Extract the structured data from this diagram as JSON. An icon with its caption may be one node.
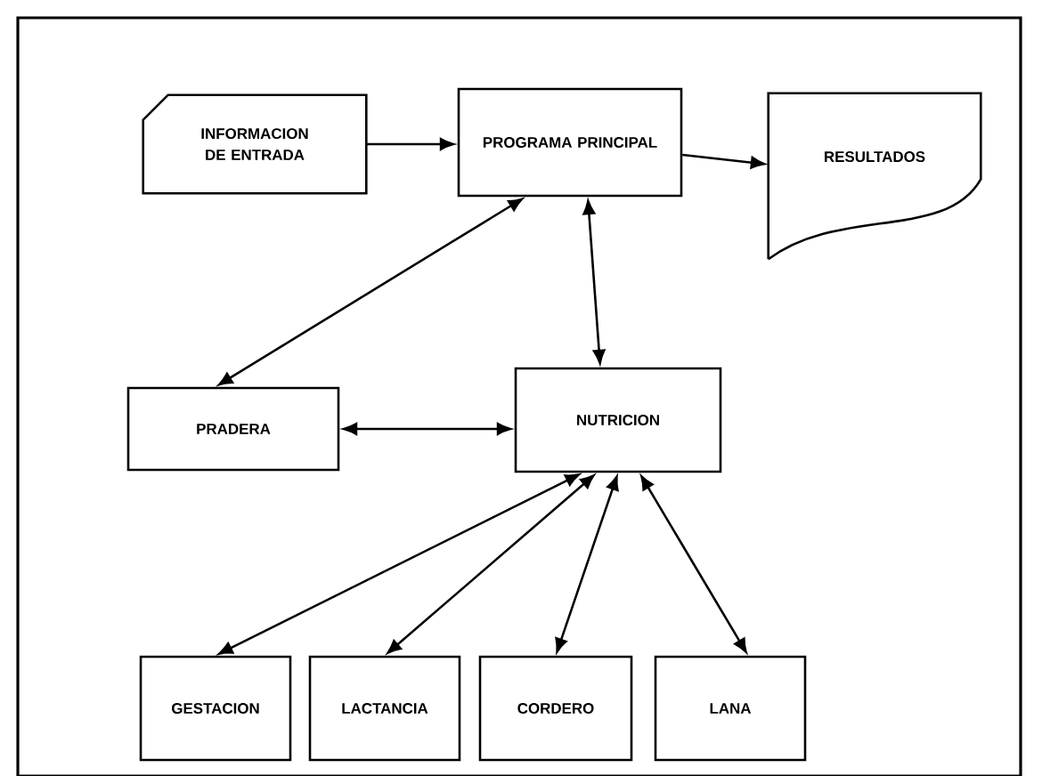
{
  "diagram": {
    "nodes": [
      {
        "text": [
          "INFORMACION DE ENTRADA"
        ]
      },
      {
        "text": [
          "PROGRAMA PRINCIPAL"
        ]
      },
      {
        "text": [
          "RESULTADOS"
        ]
      },
      {
        "text": [
          "PRADERA"
        ]
      },
      {
        "text": [
          "NUTRICION"
        ]
      },
      {
        "text": [
          "GESTACION"
        ]
      },
      {
        "text": [
          "LACTANCIA"
        ]
      },
      {
        "text": [
          "CORDERO"
        ]
      },
      {
        "text": [
          "LANA"
        ]
      }
    ],
    "edges": [
      {
        "from": 0,
        "to": 1,
        "arrow": "to"
      },
      {
        "from": 1,
        "to": 2,
        "arrow": "to"
      },
      {
        "from": 1,
        "to": 3,
        "arrow": "both"
      },
      {
        "from": 1,
        "to": 4,
        "arrow": "both"
      },
      {
        "from": 3,
        "to": 4,
        "arrow": "both"
      },
      {
        "from": 4,
        "to": 5,
        "arrow": "both"
      },
      {
        "from": 4,
        "to": 6,
        "arrow": "both"
      },
      {
        "from": 4,
        "to": 7,
        "arrow": "both"
      },
      {
        "from": 4,
        "to": 8,
        "arrow": "both"
      }
    ]
  }
}
